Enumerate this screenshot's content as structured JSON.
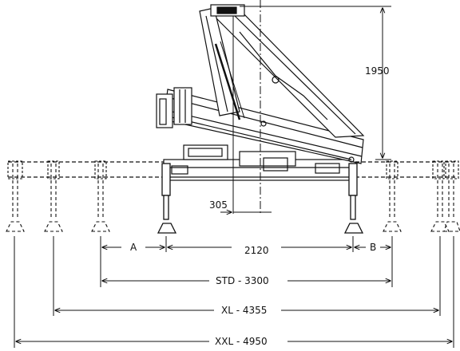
{
  "dimensions": {
    "height": "1950",
    "offset": "305",
    "base_width": "2120",
    "label_a": "A",
    "label_b": "B",
    "std": "STD - 3300",
    "xl": "XL - 4355",
    "xxl": "XXL - 4950"
  }
}
